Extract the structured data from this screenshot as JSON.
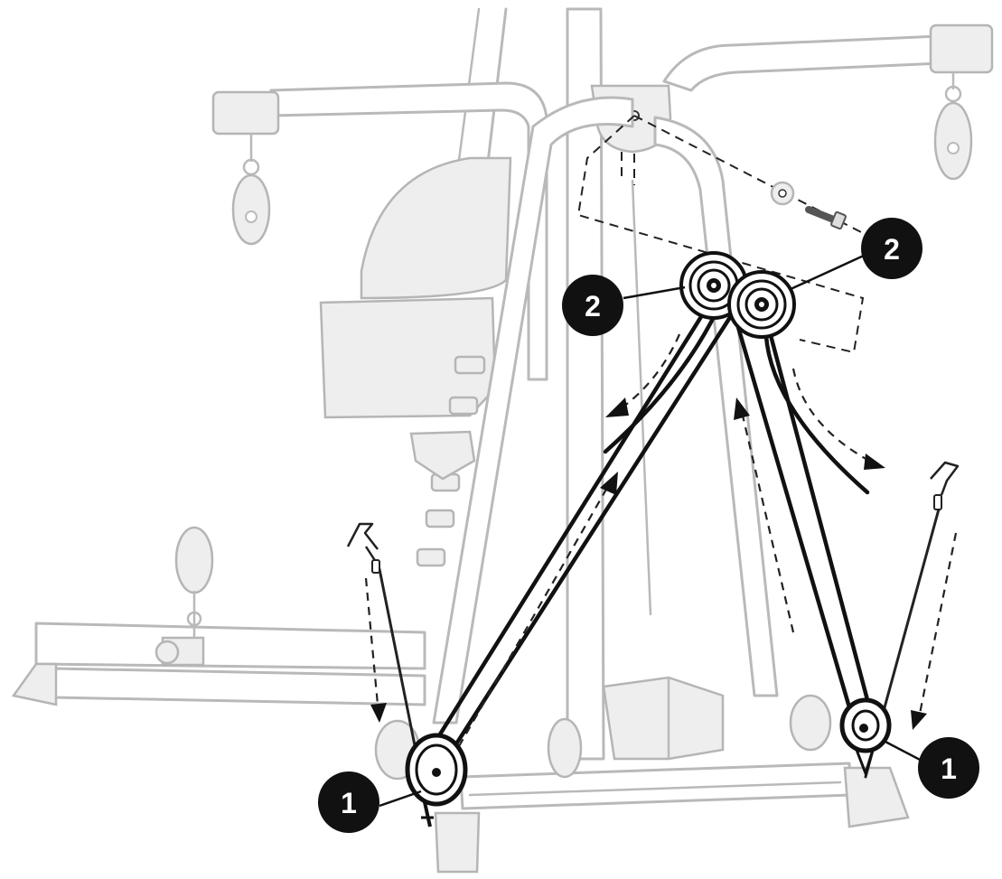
{
  "callouts": [
    {
      "id": "callout-1-left",
      "label": "1"
    },
    {
      "id": "callout-1-right",
      "label": "1"
    },
    {
      "id": "callout-2-left",
      "label": "2"
    },
    {
      "id": "callout-2-right",
      "label": "2"
    }
  ],
  "colors": {
    "callout": "#111111",
    "cable": "#111111",
    "ghost_frame": "#b9b9b9"
  }
}
